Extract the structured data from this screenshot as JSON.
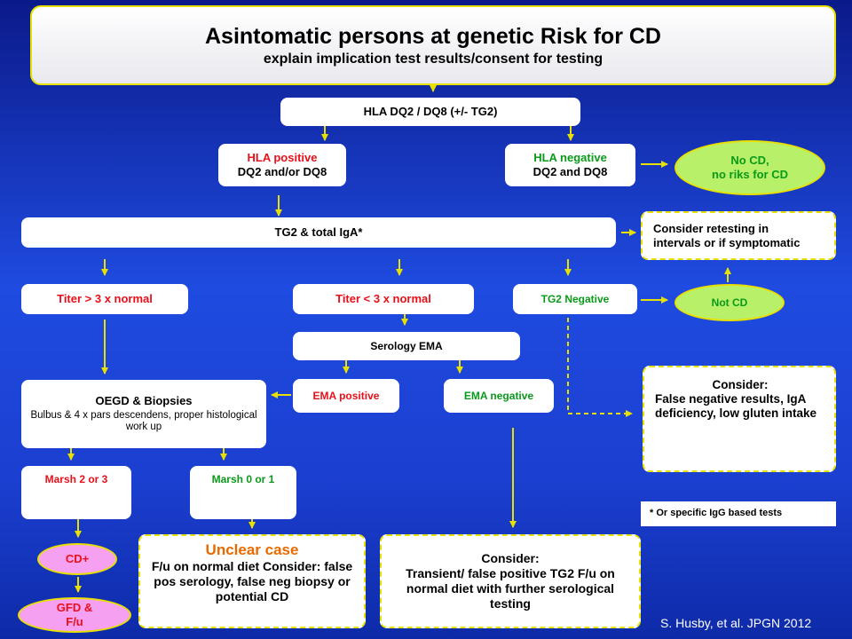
{
  "title": {
    "main": "Asintomatic persons  at genetic  Risk  for CD",
    "subtitle": "explain implication test results/consent for testing"
  },
  "nodes": {
    "hla_test": "HLA DQ2 / DQ8 (+/- TG2)",
    "hla_positive": {
      "line1": "HLA positive",
      "line2": "DQ2 and/or DQ8"
    },
    "hla_negative": {
      "line1": "HLA negative",
      "line2": "DQ2 and DQ8"
    },
    "no_cd": {
      "line1": "No CD,",
      "line2": "no riks for CD"
    },
    "tg2_total_iga": "TG2 & total IgA*",
    "retesting": {
      "line1": "Consider retesting in",
      "line2": "intervals or  if symptomatic"
    },
    "titer_high": "Titer > 3 x normal",
    "titer_low": "Titer < 3 x normal",
    "tg2_negative": "TG2 Negative",
    "not_cd": "Not CD",
    "serology_ema": "Serology EMA",
    "oegd": {
      "title": "OEGD & Biopsies",
      "detail": "Bulbus & 4 x pars descendens, proper histological work up"
    },
    "ema_positive": "EMA positive",
    "ema_negative": "EMA negative",
    "consider_false_negative": {
      "title": "Consider:",
      "body": "False negative  results, IgA deficiency, low gluten intake"
    },
    "marsh_2_3": "Marsh 2 or 3",
    "marsh_0_1": "Marsh 0 or 1",
    "footnote": "* Or specific IgG based tests",
    "cd_plus": "CD+",
    "gfd": {
      "line1": "GFD &",
      "line2": "F/u"
    },
    "unclear_case": {
      "title": "Unclear case",
      "body": "F/u on normal diet Consider: false pos serology, false neg biopsy or potential CD"
    },
    "consider_transient": {
      "title": "Consider:",
      "body": "Transient/  false positive TG2 F/u on normal diet with further serological testing"
    }
  },
  "citation": "S. Husby, et al. JPGN  2012",
  "colors": {
    "background": "#1f4be0",
    "border": "#e8e000",
    "arrow": "#e8e000",
    "red_text": "#e8101a",
    "green_text": "#0a9a1a",
    "orange_text": "#e86a00"
  }
}
